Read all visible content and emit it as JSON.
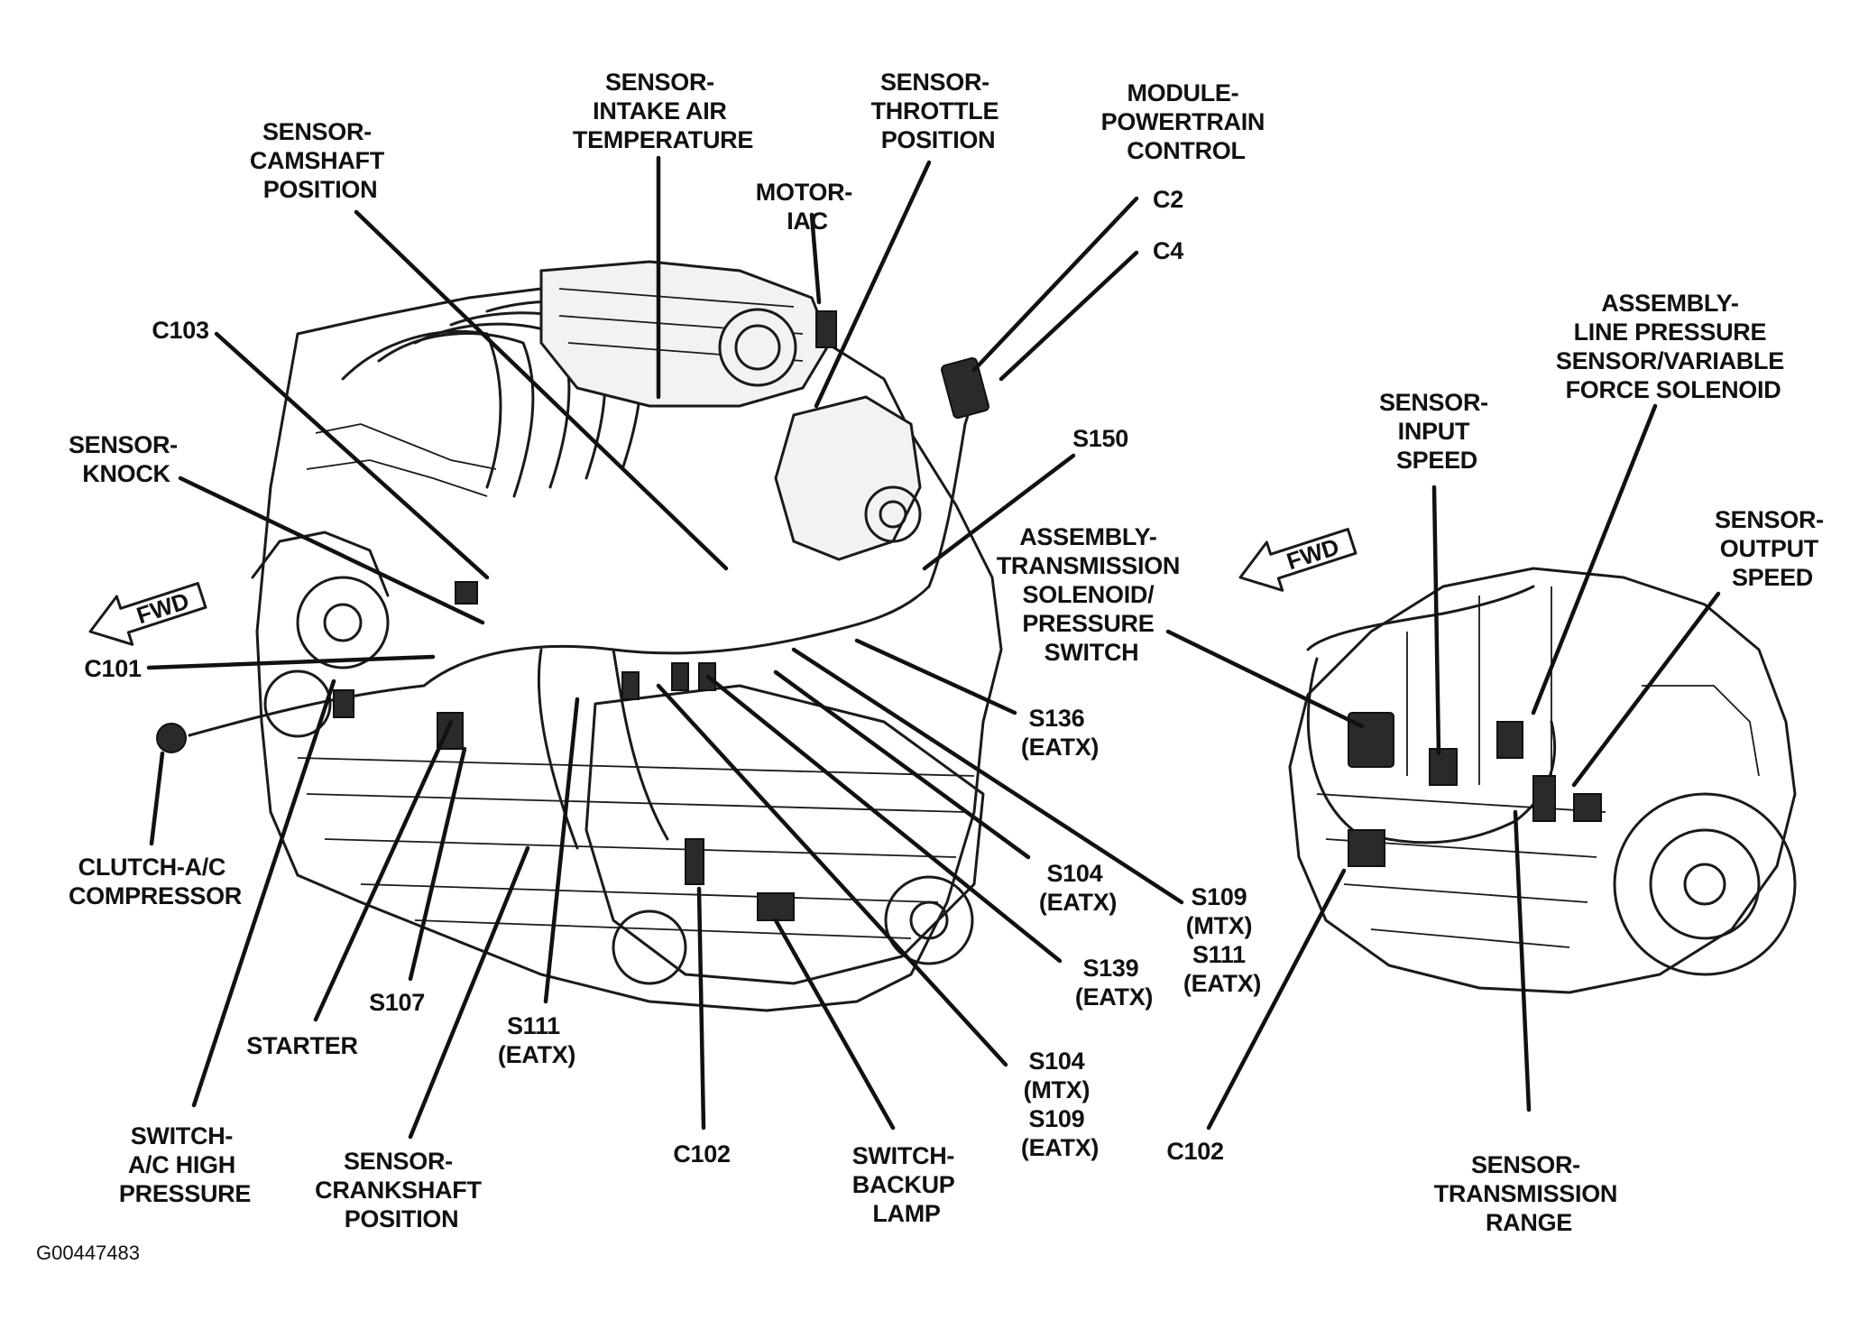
{
  "figure_id": "G00447483",
  "colors": {
    "ink": "#111111",
    "background": "#ffffff"
  },
  "arrows": [
    {
      "text": "FWD",
      "name": "fwd-arrow-left"
    },
    {
      "text": "FWD",
      "name": "fwd-arrow-right"
    }
  ],
  "labels": {
    "camshaft_position": [
      "SENSOR-",
      "CAMSHAFT",
      "POSITION"
    ],
    "intake_air_temperature": [
      "SENSOR-",
      "INTAKE AIR",
      "TEMPERATURE"
    ],
    "throttle_position": [
      "SENSOR-",
      "THROTTLE",
      "POSITION"
    ],
    "motor_iac": [
      "MOTOR-",
      "IAC"
    ],
    "module_powertrain_control": [
      "MODULE-",
      "POWERTRAIN",
      "CONTROL"
    ],
    "c2": [
      "C2"
    ],
    "c4": [
      "C4"
    ],
    "c103": [
      "C103"
    ],
    "sensor_knock": [
      "SENSOR-",
      "KNOCK"
    ],
    "s150": [
      "S150"
    ],
    "assembly_transmission_solenoid": [
      "ASSEMBLY-",
      "TRANSMISSION",
      "SOLENOID/",
      "PRESSURE",
      "SWITCH"
    ],
    "c101": [
      "C101"
    ],
    "s136": [
      "S136",
      "(EATX)"
    ],
    "clutch_ac_compressor": [
      "CLUTCH-A/C",
      "COMPRESSOR"
    ],
    "s104_eatx": [
      "S104",
      "(EATX)"
    ],
    "s109_mtx": [
      "S109",
      "(MTX)",
      "S111",
      "(EATX)"
    ],
    "s139": [
      "S139",
      "(EATX)"
    ],
    "s107": [
      "S107"
    ],
    "starter": [
      "STARTER"
    ],
    "s111_eatx": [
      "S111",
      "(EATX)"
    ],
    "s104_mtx": [
      "S104",
      "(MTX)",
      "S109",
      "(EATX)"
    ],
    "switch_ac_high_pressure": [
      "SWITCH-",
      "A/C HIGH",
      "PRESSURE"
    ],
    "crankshaft_position": [
      "SENSOR-",
      "CRANKSHAFT",
      "POSITION"
    ],
    "c102_left": [
      "C102"
    ],
    "switch_backup_lamp": [
      "SWITCH-",
      "BACKUP",
      "LAMP"
    ],
    "c102_right": [
      "C102"
    ],
    "transmission_range": [
      "SENSOR-",
      "TRANSMISSION",
      "RANGE"
    ],
    "line_pressure_sensor": [
      "ASSEMBLY-",
      "LINE PRESSURE",
      "SENSOR/VARIABLE",
      "FORCE SOLENOID"
    ],
    "input_speed": [
      "SENSOR-",
      "INPUT",
      "SPEED"
    ],
    "output_speed": [
      "SENSOR-",
      "OUTPUT",
      "SPEED"
    ]
  }
}
